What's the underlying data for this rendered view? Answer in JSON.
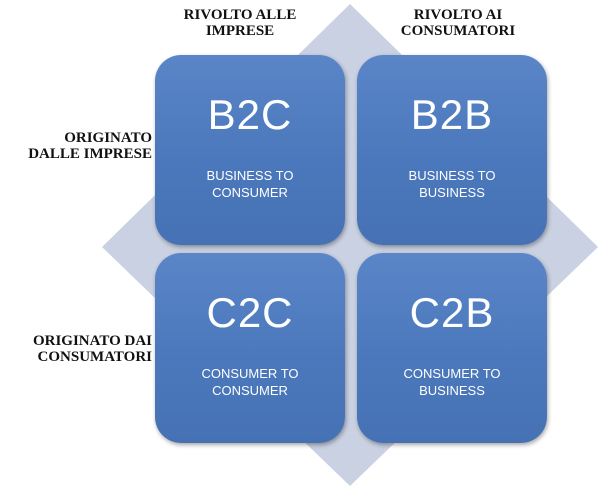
{
  "headers": {
    "top_left": "RIVOLTO ALLE\nIMPRESE",
    "top_right": "RIVOLTO AI\nCONSUMATORI",
    "left_top": "ORIGINATO\nDALLE  IMPRESE",
    "left_bottom": "ORIGINATO  DAI\nCONSUMATORI"
  },
  "tiles": [
    {
      "code": "B2C",
      "description": "BUSINESS TO\nCONSUMER"
    },
    {
      "code": "B2B",
      "description": "BUSINESS TO\nBUSINESS"
    },
    {
      "code": "C2C",
      "description": "CONSUMER TO\nCONSUMER"
    },
    {
      "code": "C2B",
      "description": "CONSUMER TO\nBUSINESS"
    }
  ],
  "colors": {
    "tile": "#4f7cc0",
    "diamond": "#c9d1e2"
  }
}
